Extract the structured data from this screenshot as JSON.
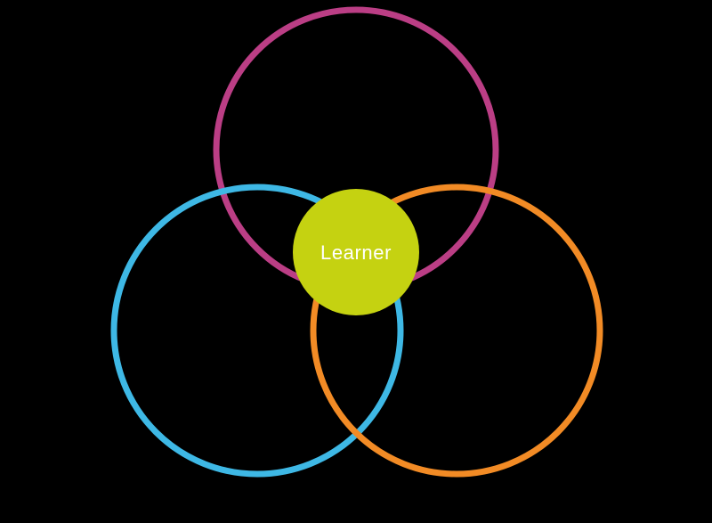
{
  "diagram": {
    "type": "venn-three-rings-with-center",
    "background_color": "#000000",
    "rings": [
      {
        "id": "top-ring",
        "position": "top",
        "color": "#bb3e85"
      },
      {
        "id": "bottom-left-ring",
        "position": "bottom-left",
        "color": "#3eb8e5"
      },
      {
        "id": "bottom-right-ring",
        "position": "bottom-right",
        "color": "#f28b25"
      }
    ],
    "center": {
      "text": "Learner",
      "fill_color": "#c5d211",
      "text_color": "#ffffff"
    }
  }
}
